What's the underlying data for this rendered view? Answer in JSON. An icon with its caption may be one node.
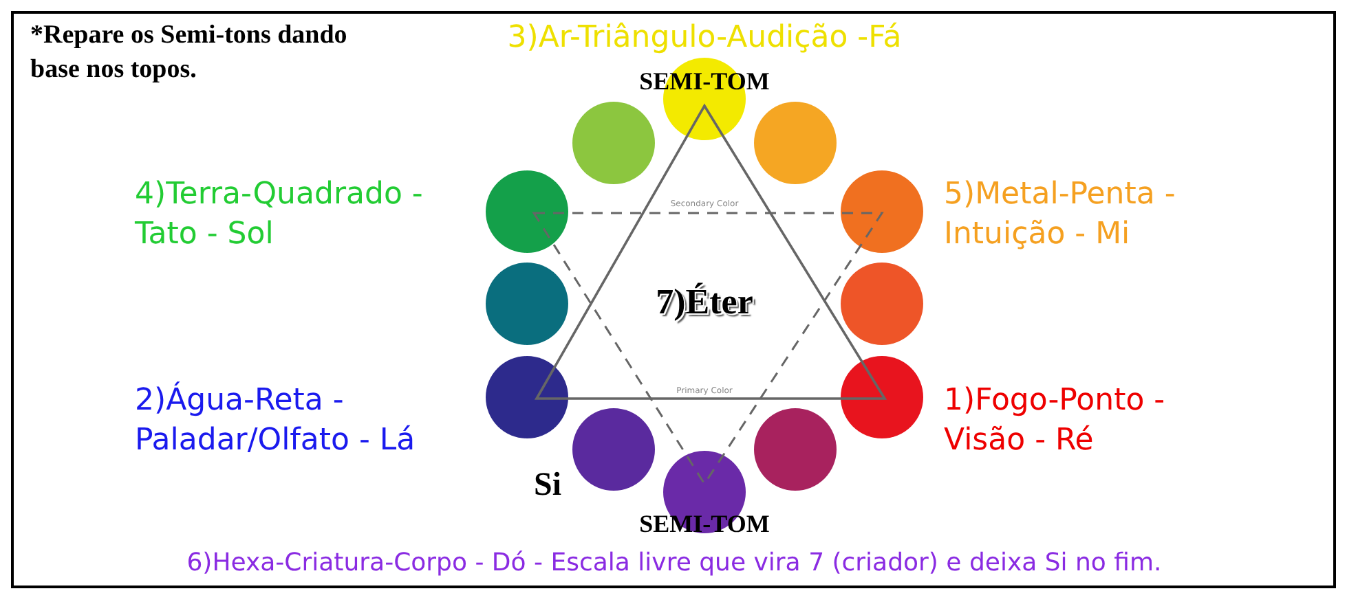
{
  "diagram": {
    "labels": [
      "*Repare os Semi-tons dando base nos topos.",
      "3)Ar-Triângulo-Audição -Fá",
      "SEMI-TOM",
      "4)Terra-Quadrado -Tato - Sol",
      "5)Metal-Penta -Intuição - Mi",
      "Secondary Color",
      "7)Éter",
      "2)Água-Reta -Paladar/Olfato - Lá",
      "Primary Color",
      "1)Fogo-Ponto -Visão - Ré",
      "Si",
      "SEMI-TOM",
      "6)Hexa-Criatura-Corpo - Dó - Escala livre que vira 7 (criador) e deixa Si no fim."
    ]
  }
}
